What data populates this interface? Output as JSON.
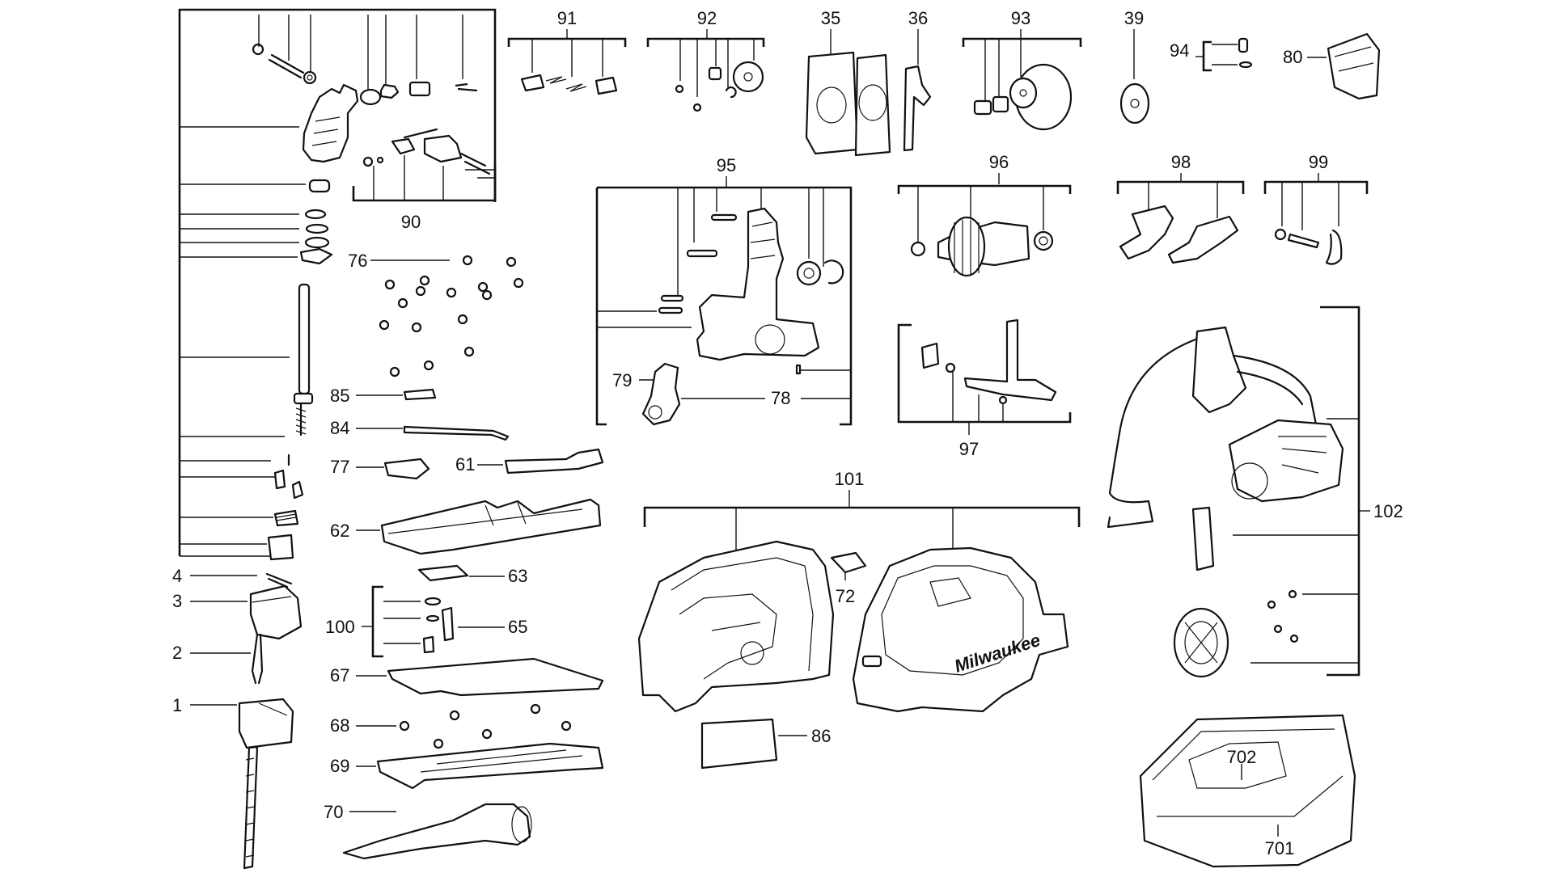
{
  "diagram": {
    "brand_logo_text": "Milwaukee",
    "part_numbers": {
      "p1": "1",
      "p2": "2",
      "p3": "3",
      "p4": "4",
      "p35": "35",
      "p36": "36",
      "p39": "39",
      "p61": "61",
      "p62": "62",
      "p63": "63",
      "p65": "65",
      "p67": "67",
      "p68": "68",
      "p69": "69",
      "p70": "70",
      "p72": "72",
      "p76": "76",
      "p77": "77",
      "p78": "78",
      "p79": "79",
      "p80": "80",
      "p84": "84",
      "p85": "85",
      "p86": "86",
      "p90": "90",
      "p91": "91",
      "p92": "92",
      "p93": "93",
      "p94": "94",
      "p95": "95",
      "p96": "96",
      "p97": "97",
      "p98": "98",
      "p99": "99",
      "p100": "100",
      "p101": "101",
      "p102": "102",
      "p701": "701",
      "p702": "702"
    }
  }
}
